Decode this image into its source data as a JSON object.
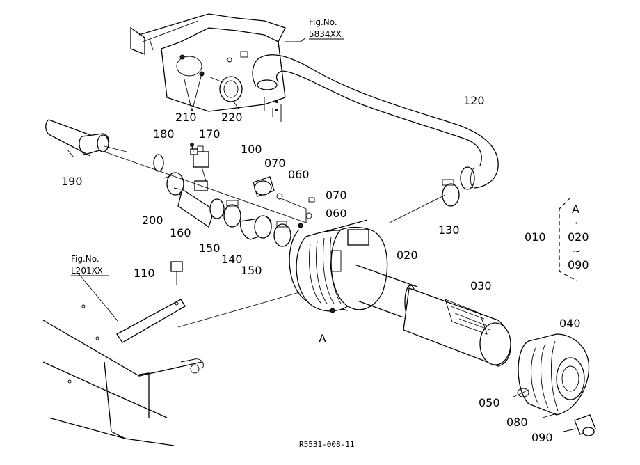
{
  "figure_refs": [
    {
      "label": "Fig.No.",
      "number": "5834XX"
    },
    {
      "label": "Fig.No.",
      "number": "L201XX"
    }
  ],
  "part_labels": [
    "010",
    "020",
    "030",
    "040",
    "050",
    "060",
    "060",
    "070",
    "070",
    "080",
    "090",
    "100",
    "110",
    "120",
    "130",
    "140",
    "150",
    "150",
    "160",
    "170",
    "180",
    "190",
    "200",
    "210",
    "220"
  ],
  "assembly_note": {
    "main": "010",
    "ref": "A",
    "dot": "·",
    "from": "020",
    "tilde": "~",
    "to": "090"
  },
  "view_marker": "A",
  "drawing_code": "R5531-008-11"
}
